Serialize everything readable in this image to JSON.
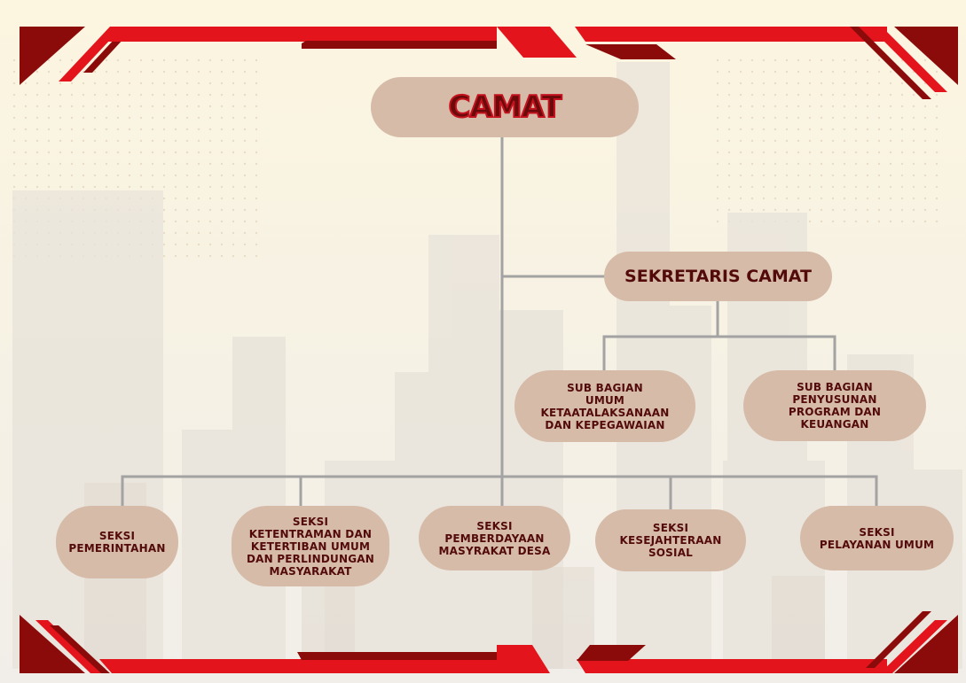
{
  "chart": {
    "top": {
      "label": "CAMAT"
    },
    "secretary": {
      "label": "SEKRETARIS CAMAT"
    },
    "sub_sections": [
      {
        "label": "SUB BAGIAN\nUMUM\nKETAATALAKSANAAN\nDAN  KEPEGAWAIAN"
      },
      {
        "label": "SUB BAGIAN\nPENYUSUNAN\nPROGRAM  DAN\nKEUANGAN"
      }
    ],
    "sections": [
      {
        "label": "SEKSI\nPEMERINTAHAN"
      },
      {
        "label": "SEKSI\nKETENTRAMAN DAN\nKETERTIBAN UMUM\nDAN PERLINDUNGAN\nMASYARAKAT"
      },
      {
        "label": "SEKSI\nPEMBERDAYAAN\nMASYRAKAT DESA"
      },
      {
        "label": "SEKSI\nKESEJAHTERAAN\nSOSIAL"
      },
      {
        "label": "SEKSI\nPELAYANAN UMUM"
      }
    ]
  },
  "colors": {
    "node_fill": "#d6bba8",
    "node_text": "#520a0a",
    "accent_red": "#e3141b",
    "dark_red": "#8b0a0a",
    "connector": "#a3a3a3",
    "background": "#fbf4e2"
  }
}
